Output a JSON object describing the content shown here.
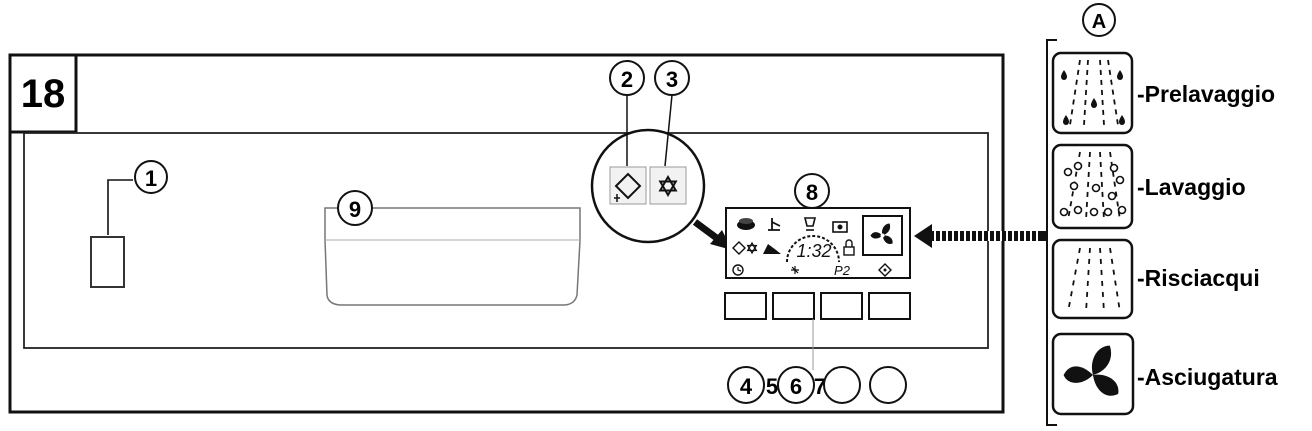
{
  "figure_number": "18",
  "callouts": {
    "c1": "1",
    "c2": "2",
    "c3": "3",
    "c4": "4",
    "c5": "5",
    "c6": "6",
    "c7": "7",
    "c8": "8",
    "c9": "9"
  },
  "display": {
    "readout": "1:32",
    "p_label": "P2"
  },
  "legend": {
    "letter": "A",
    "items": [
      {
        "icon": "prewash-icon",
        "label": "-Prelavaggio"
      },
      {
        "icon": "wash-icon",
        "label": "-Lavaggio"
      },
      {
        "icon": "rinse-icon",
        "label": "-Risciacqui"
      },
      {
        "icon": "dry-fan-icon",
        "label": "-Asciugatura"
      }
    ]
  }
}
